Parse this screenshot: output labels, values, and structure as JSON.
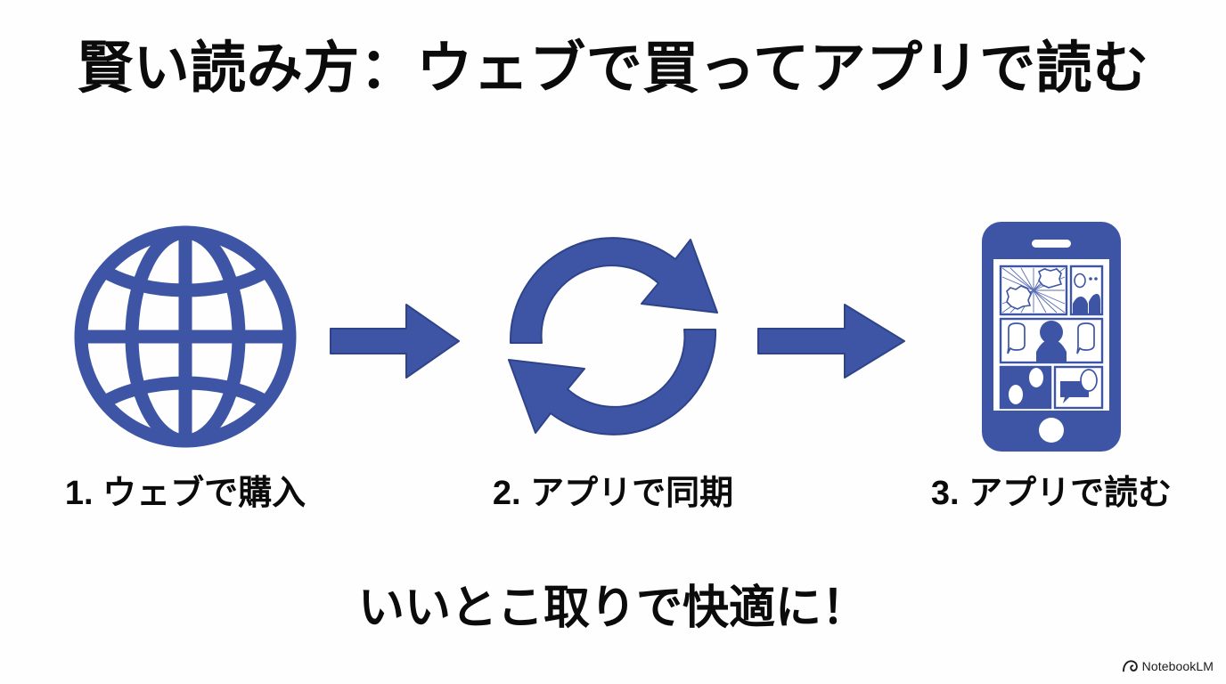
{
  "slide": {
    "title": "賢い読み方：ウェブで買ってアプリで読む",
    "caption": "いいとこ取りで快適に！",
    "background_color": "#fefefe",
    "text_color": "#0b0b0b",
    "accent_color": "#3e55a6",
    "accent_outline_color": "#2f4488"
  },
  "steps": [
    {
      "number": "1.",
      "label": "1. ウェブで購入",
      "icon": "globe-icon"
    },
    {
      "number": "2.",
      "label": "2. アプリで同期",
      "icon": "sync-arrows-icon"
    },
    {
      "number": "3.",
      "label": "3. アプリで読む",
      "icon": "smartphone-manga-icon"
    }
  ],
  "arrows": [
    {
      "name": "arrow-right-1",
      "direction": "right"
    },
    {
      "name": "arrow-right-2",
      "direction": "right"
    }
  ],
  "watermark": {
    "label": "NotebookLM",
    "icon": "notebooklm-logo-icon"
  }
}
